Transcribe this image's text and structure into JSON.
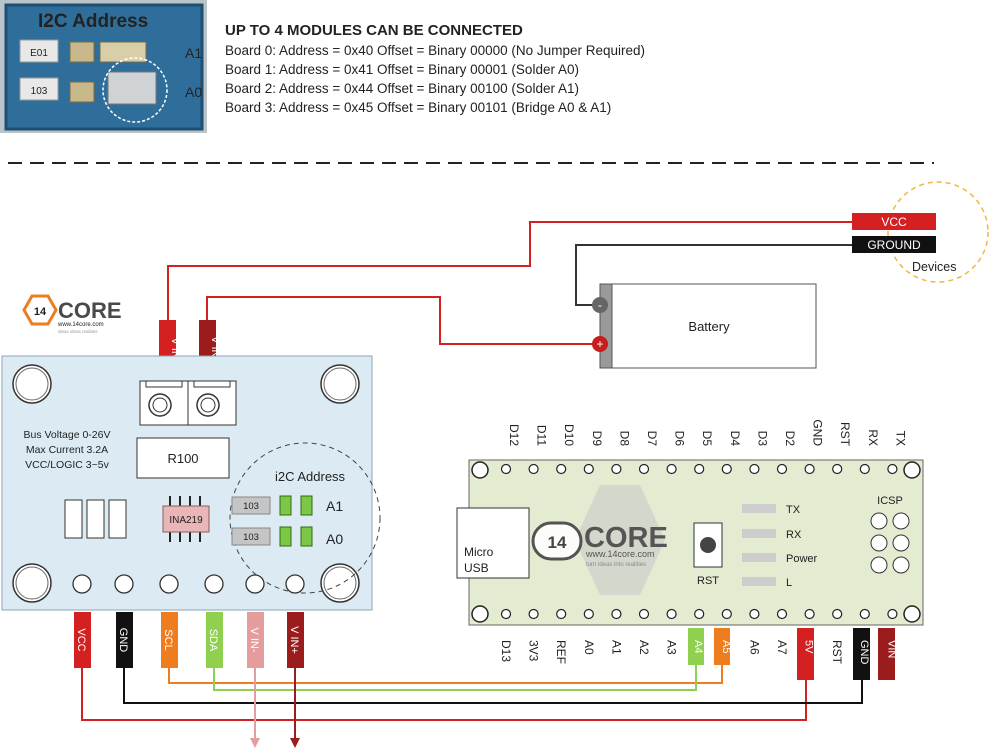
{
  "header": {
    "photo_label": "I2C Address",
    "photo_chip_1": "E01",
    "photo_chip_2": "103",
    "photo_tag_1": "A1",
    "photo_tag_2": "A0",
    "title": "UP TO 4 MODULES CAN BE CONNECTED",
    "lines": [
      "Board 0: Address = 0x40 Offset = Binary 00000 (No Jumper Required)",
      "Board 1: Address = 0x41 Offset = Binary 00001 (Solder A0)",
      "Board 2: Address = 0x44 Offset = Binary 00100 (Solder A1)",
      "Board 3: Address = 0x45 Offset = Binary 00101 (Bridge A0 & A1)"
    ]
  },
  "devices": {
    "vcc_label": "VCC",
    "ground_label": "GROUND",
    "devices_label": "Devices"
  },
  "battery": {
    "label": "Battery",
    "minus": "-",
    "plus": "+"
  },
  "logo": {
    "brand": "CORE",
    "number": "14",
    "url": "www.14core.com",
    "tagline": "ideas ideas realities"
  },
  "ina219": {
    "top_pins": [
      "V IN-",
      "V IN+"
    ],
    "specs": [
      "Bus Voltage 0-26V",
      "Max Current 3.2A",
      "VCC/LOGIC 3~5v"
    ],
    "resistor": "R100",
    "chip": "INA219",
    "i2c_title": "i2C Address",
    "pad_chips": [
      "103",
      "103"
    ],
    "addr_labels": [
      "A1",
      "A0"
    ],
    "bottom_pins": [
      "VCC",
      "GND",
      "SCL",
      "SDA",
      "V IN-",
      "V IN+"
    ]
  },
  "nano": {
    "top_pins": [
      "D12",
      "D11",
      "D10",
      "D9",
      "D8",
      "D7",
      "D6",
      "D5",
      "D4",
      "D3",
      "D2",
      "GND",
      "RST",
      "RX",
      "TX"
    ],
    "bottom_pins": [
      "D13",
      "3V3",
      "REF",
      "A0",
      "A1",
      "A2",
      "A3",
      "A4",
      "A5",
      "A6",
      "A7",
      "5V",
      "RST",
      "GND",
      "VIN"
    ],
    "usb_label": "Micro USB",
    "rst_label": "RST",
    "leds": [
      "TX",
      "RX",
      "Power",
      "L"
    ],
    "icsp_label": "ICSP",
    "logo_brand": "CORE",
    "logo_number": "14",
    "logo_url": "www.14core.com",
    "logo_tagline": "turn ideas into realities"
  },
  "colors": {
    "board_bg": "#dcebf3",
    "nano_bg": "#e3ebd0",
    "red_wire": "#d42020",
    "dark_red": "#9b1c1c",
    "black_wire": "#111111",
    "orange_wire": "#ee7d1f",
    "green_wire": "#8fd14f",
    "pink_wire": "#e59c9c",
    "pad_green": "#7cc846",
    "chip_pink": "#e8b6b6"
  }
}
